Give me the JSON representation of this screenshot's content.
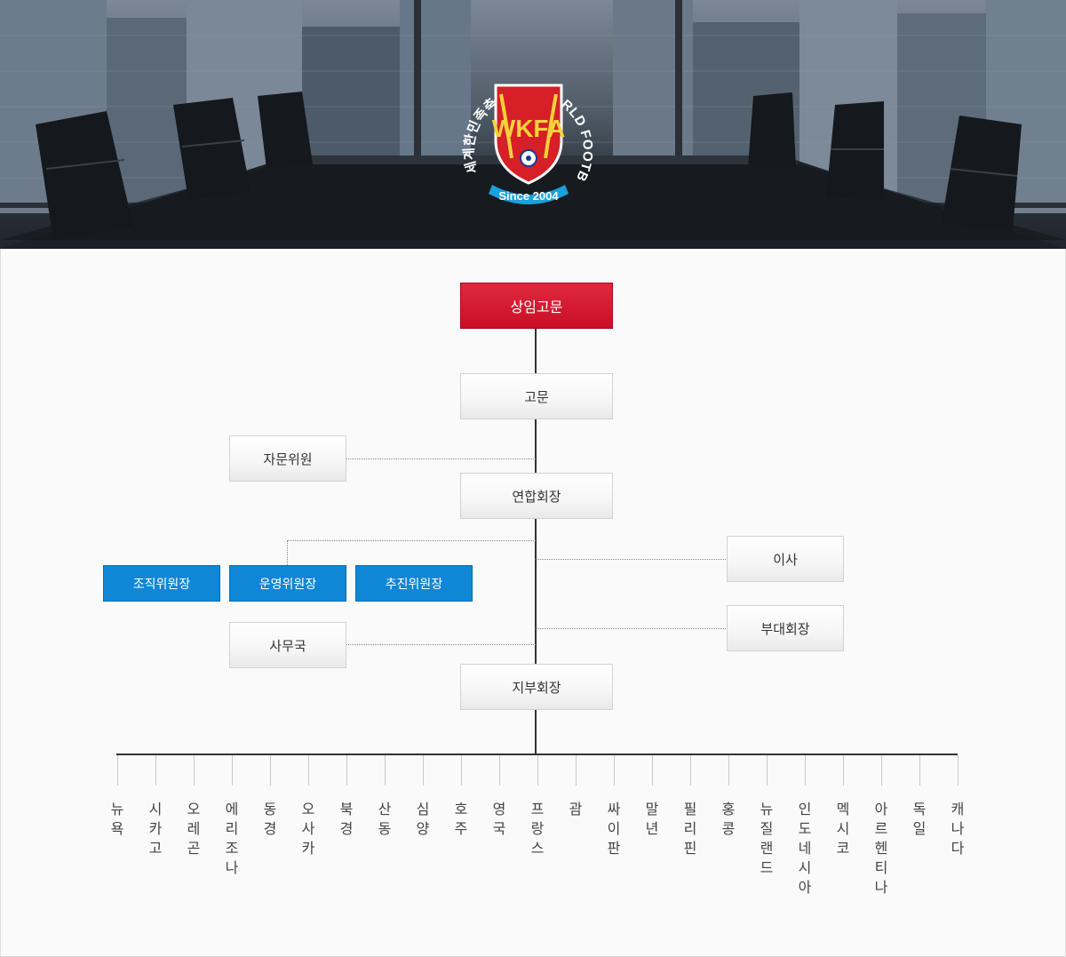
{
  "logo": {
    "text": "WKFA",
    "ring_text": "세계한민족축구대회 WORLD FOOTBALL FEDERATION",
    "since": "Since 2004",
    "colors": {
      "shield": "#d61f26",
      "ring": "#1aa0dc",
      "ring_text": "#ffffff"
    }
  },
  "org": {
    "top": "상임고문",
    "advisor": "고문",
    "council": "자문위원",
    "president": "연합회장",
    "committees": [
      "조직위원장",
      "운영위원장",
      "추진위원장"
    ],
    "director": "이사",
    "vice_president": "부대회장",
    "secretariat": "사무국",
    "branch_head": "지부회장"
  },
  "branches": [
    "뉴욕",
    "시카고",
    "오레곤",
    "에리조나",
    "동경",
    "오사카",
    "북경",
    "산동",
    "심양",
    "호주",
    "영국",
    "프랑스",
    "괌",
    "싸이판",
    "말년",
    "필리핀",
    "홍콩",
    "뉴질랜드",
    "인도네시아",
    "멕시코",
    "아르헨티나",
    "독일",
    "캐나다"
  ],
  "colors": {
    "accent_red": "#c90f26",
    "accent_blue": "#0f87d6"
  }
}
